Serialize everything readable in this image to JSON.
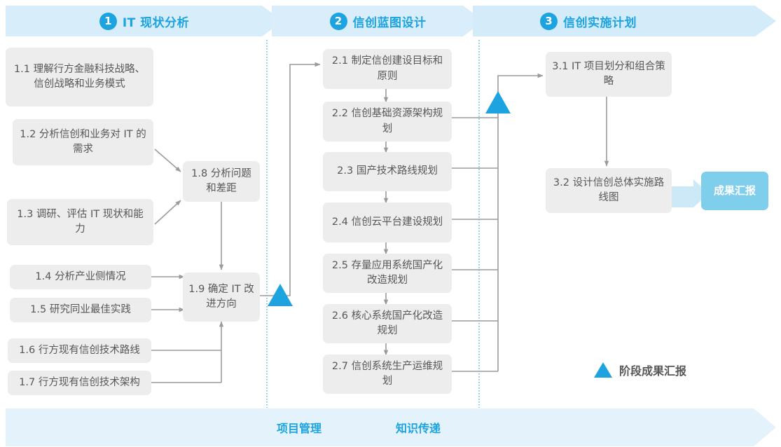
{
  "header": {
    "phases": [
      {
        "num": "1",
        "label": "IT 现状分析"
      },
      {
        "num": "2",
        "label": "信创蓝图设计"
      },
      {
        "num": "3",
        "label": "信创实施计划"
      }
    ]
  },
  "phase1": {
    "boxes": [
      {
        "id": "1.1",
        "text": "1.1 理解行方金融科技战略、信创战略和业务模式"
      },
      {
        "id": "1.2",
        "text": "1.2 分析信创和业务对 IT 的需求"
      },
      {
        "id": "1.3",
        "text": "1.3 调研、评估 IT 现状和能力"
      },
      {
        "id": "1.4",
        "text": "1.4 分析产业侧情况"
      },
      {
        "id": "1.5",
        "text": "1.5 研究同业最佳实践"
      },
      {
        "id": "1.6",
        "text": "1.6 行方现有信创技术路线"
      },
      {
        "id": "1.7",
        "text": "1.7 行方现有信创技术架构"
      },
      {
        "id": "1.8",
        "text": "1.8 分析问题和差距"
      },
      {
        "id": "1.9",
        "text": "1.9 确定 IT 改进方向"
      }
    ]
  },
  "phase2": {
    "boxes": [
      {
        "id": "2.1",
        "text": "2.1 制定信创建设目标和原则"
      },
      {
        "id": "2.2",
        "text": "2.2 信创基础资源架构规划"
      },
      {
        "id": "2.3",
        "text": "2.3 国产技术路线规划"
      },
      {
        "id": "2.4",
        "text": "2.4 信创云平台建设规划"
      },
      {
        "id": "2.5",
        "text": "2.5 存量应用系统国产化改造规划"
      },
      {
        "id": "2.6",
        "text": "2.6 核心系统国产化改造规划"
      },
      {
        "id": "2.7",
        "text": "2.7 信创系统生产运维规划"
      }
    ]
  },
  "phase3": {
    "boxes": [
      {
        "id": "3.1",
        "text": "3.1 IT 项目划分和组合策略"
      },
      {
        "id": "3.2",
        "text": "3.2 设计信创总体实施路线图"
      }
    ],
    "result": "成果汇报"
  },
  "legend": {
    "milestone_label": "阶段成果汇报"
  },
  "bottom": {
    "labels": [
      "项目管理",
      "知识传递"
    ]
  },
  "colors": {
    "accent": "#1CA3E0",
    "band_fill": "#D7EDFA",
    "band_fill_light": "#E4F3FB",
    "box_fill": "#EDEDED",
    "box_text": "#575757",
    "result_fill": "#7FCEEC",
    "connector": "#9B9B9B",
    "divider": "#4FB3E8"
  }
}
